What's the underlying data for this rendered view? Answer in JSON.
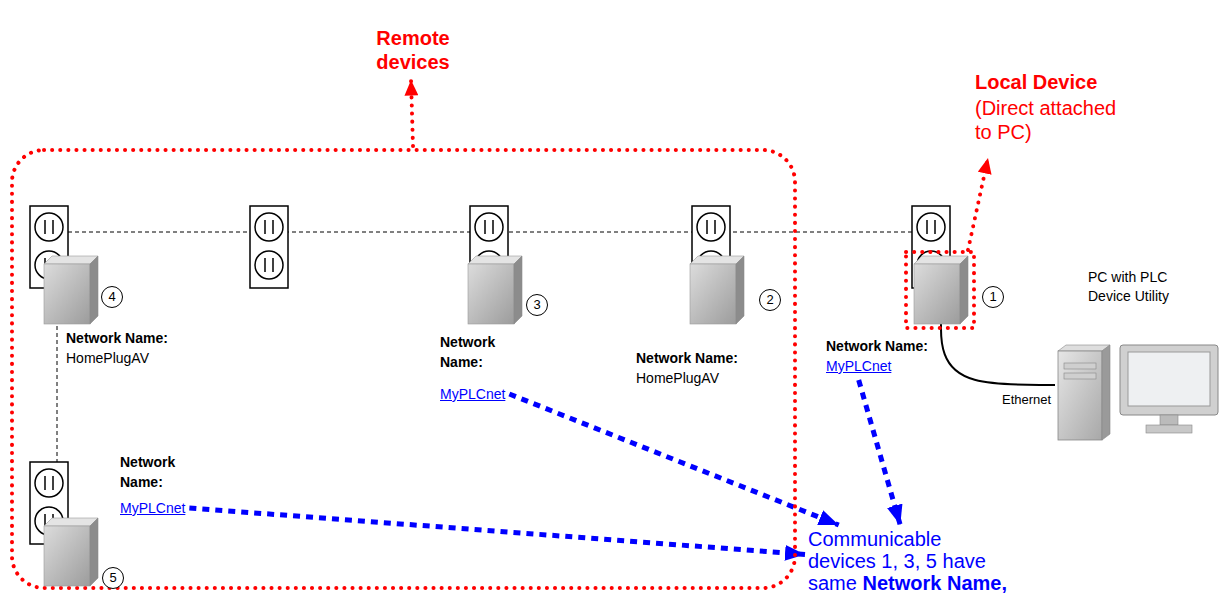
{
  "diagram": {
    "nodes": [
      {
        "text": [
          "Remote devices"
        ]
      },
      {
        "text": [
          "4",
          "Network Name:",
          "HomePlugAV"
        ],
        "in": 0
      },
      {
        "text": [
          "3",
          "Network Name:",
          "MyPLCnet"
        ],
        "in": 0
      },
      {
        "text": [
          "2",
          "Network Name:",
          "HomePlugAV"
        ],
        "in": 0
      },
      {
        "text": [
          "5",
          "Network Name:",
          "MyPLCnet"
        ],
        "in": 0
      },
      {
        "text": [
          "Local Device",
          "(Direct attached to PC)"
        ]
      },
      {
        "text": [
          "1",
          "Network Name:",
          "MyPLCnet"
        ],
        "in": 5
      },
      {
        "text": [
          "PC with PLC Device Utility"
        ]
      },
      {
        "text": [
          "Communicable devices 1, 3, 5 have same",
          "Network Name,"
        ]
      }
    ],
    "edges": [
      {
        "from": 2,
        "to": 8,
        "arrow": "to"
      },
      {
        "from": 4,
        "to": 8,
        "arrow": "to"
      },
      {
        "from": 6,
        "to": 8,
        "arrow": "to"
      },
      {
        "from": 6,
        "to": 7,
        "arrow": "none",
        "label": "Ethernet"
      }
    ]
  }
}
